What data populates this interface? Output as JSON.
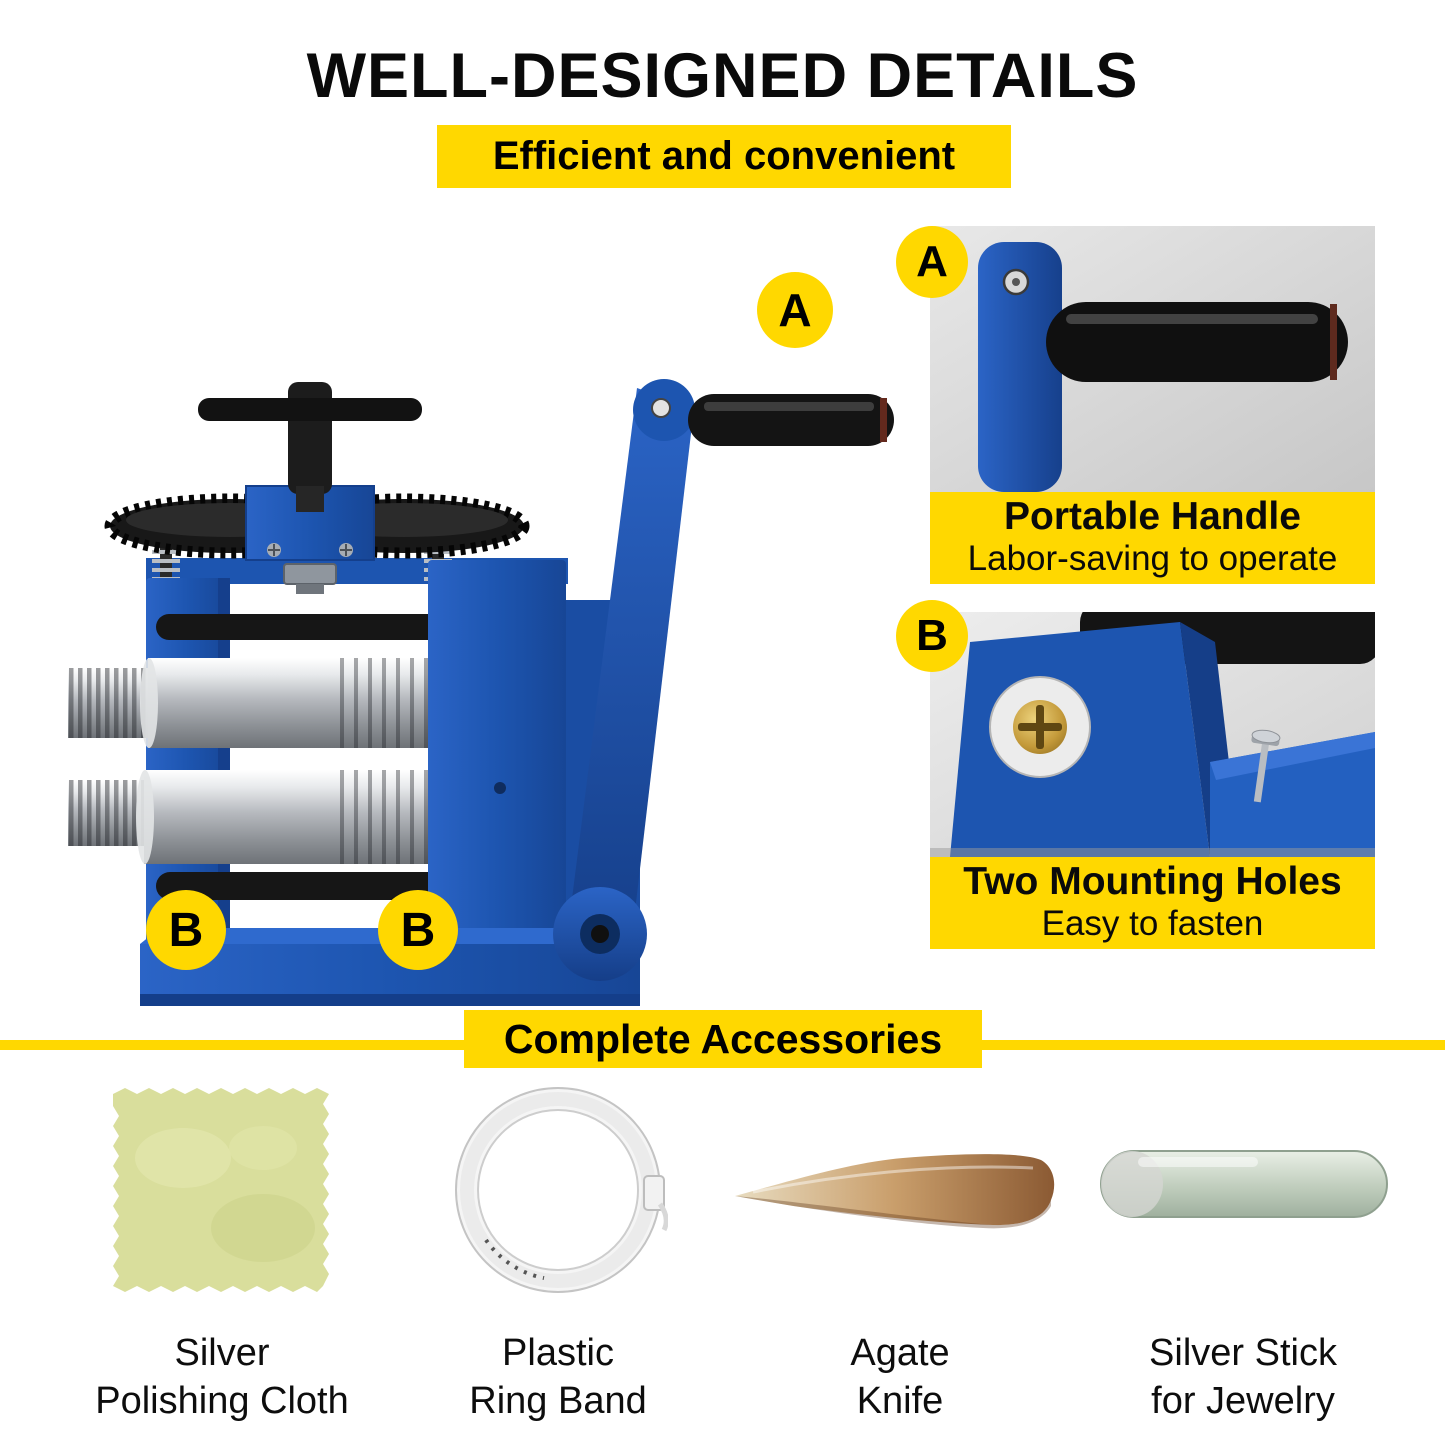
{
  "page": {
    "title": "WELL-DESIGNED DETAILS",
    "subtitle": "Efficient and convenient",
    "accessories_heading": "Complete Accessories"
  },
  "callouts": {
    "a": "A",
    "b": "B"
  },
  "features": {
    "a": {
      "badge": "A",
      "title": "Portable Handle",
      "desc": "Labor-saving to operate"
    },
    "b": {
      "badge": "B",
      "title": "Two Mounting Holes",
      "desc": "Easy to fasten"
    }
  },
  "accessories": [
    {
      "icon": "polishing-cloth-icon",
      "line1": "Silver",
      "line2": "Polishing Cloth"
    },
    {
      "icon": "ring-band-icon",
      "line1": "Plastic",
      "line2": "Ring Band"
    },
    {
      "icon": "agate-knife-icon",
      "line1": "Agate",
      "line2": "Knife"
    },
    {
      "icon": "silver-stick-icon",
      "line1": "Silver Stick",
      "line2": "for Jewelry"
    }
  ],
  "colors": {
    "accent_yellow": "#FFD800",
    "machine_blue": "#1D55B0",
    "text_black": "#0A0A0A"
  }
}
